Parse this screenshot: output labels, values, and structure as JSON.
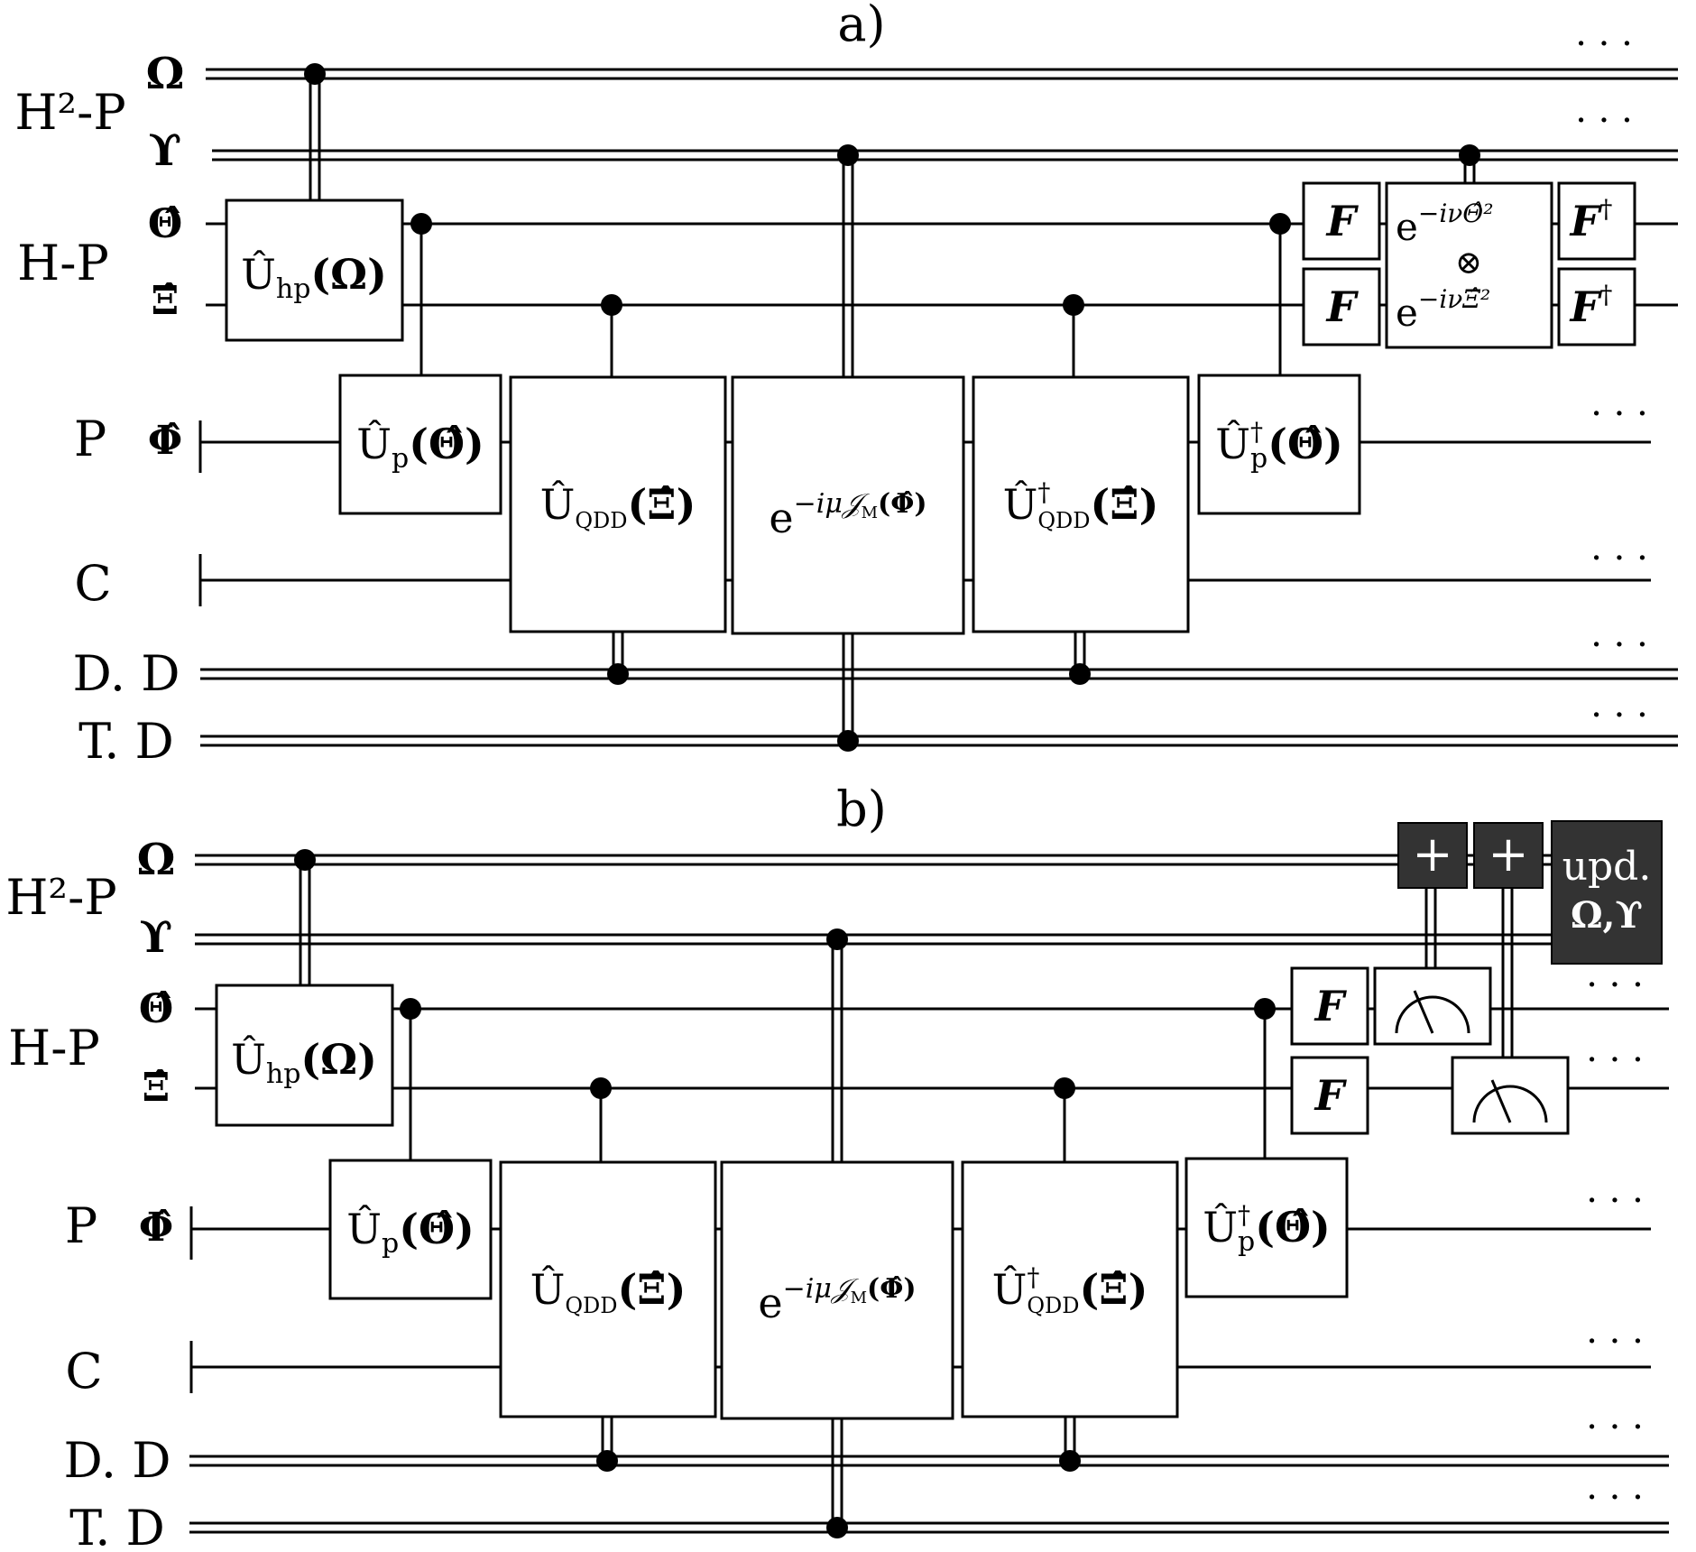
{
  "panel_a": {
    "label": "a)",
    "register_labels": {
      "h2p": "H²-P",
      "hp": "H-P",
      "p": "P",
      "c": "C",
      "dd": "D. D",
      "td": "T. D"
    },
    "wire_labels": {
      "omega": "Ω",
      "upsilon": "ϒ",
      "theta": "Θ̂",
      "xi": "Ξ̂",
      "phi": "Φ̂"
    },
    "gates": {
      "u_hp": "Û",
      "u_hp_sub": "hp",
      "u_hp_arg": "(Ω)",
      "u_p": "Û",
      "u_p_sub": "p",
      "u_p_arg": "(Θ̂)",
      "u_qdd": "Û",
      "u_qdd_sub": "QDD",
      "u_qdd_arg": "(Ξ̂)",
      "exp_m_base": "e",
      "exp_m_sup": "−iμ𝒥",
      "exp_m_supsub": "M",
      "exp_m_suparg": "(Φ̂)",
      "u_qdd_dag": "Û",
      "u_qdd_dag_sup": "†",
      "u_qdd_dag_sub": "QDD",
      "u_qdd_dag_arg": "(Ξ̂)",
      "u_p_dag": "Û",
      "u_p_dag_sup": "†",
      "u_p_dag_sub": "p",
      "u_p_dag_arg": "(Θ̂)",
      "f": "F",
      "f_dag": "F",
      "f_dag_sup": "†",
      "exp_theta_base": "e",
      "exp_theta_sup": "−iνΘ̂²",
      "otimes": "⊗",
      "exp_xi_base": "e",
      "exp_xi_sup": "−iνΞ̂²"
    },
    "ellipsis": "· · ·"
  },
  "panel_b": {
    "label": "b)",
    "register_labels": {
      "h2p": "H²-P",
      "hp": "H-P",
      "p": "P",
      "c": "C",
      "dd": "D. D",
      "td": "T. D"
    },
    "wire_labels": {
      "omega": "Ω",
      "upsilon": "ϒ",
      "theta": "Θ̂",
      "xi": "Ξ̂",
      "phi": "Φ̂"
    },
    "gates": {
      "u_hp": "Û",
      "u_hp_sub": "hp",
      "u_hp_arg": "(Ω)",
      "u_p": "Û",
      "u_p_sub": "p",
      "u_p_arg": "(Θ̂)",
      "u_qdd": "Û",
      "u_qdd_sub": "QDD",
      "u_qdd_arg": "(Ξ̂)",
      "exp_m_base": "e",
      "exp_m_sup": "−iμ𝒥",
      "exp_m_supsub": "M",
      "exp_m_suparg": "(Φ̂)",
      "u_qdd_dag": "Û",
      "u_qdd_dag_sup": "†",
      "u_qdd_dag_sub": "QDD",
      "u_qdd_dag_arg": "(Ξ̂)",
      "u_p_dag": "Û",
      "u_p_dag_sup": "†",
      "u_p_dag_sub": "p",
      "u_p_dag_arg": "(Θ̂)",
      "f": "F",
      "plus": "+",
      "update_line1": "upd.",
      "update_line2": "Ω,ϒ"
    },
    "ellipsis": "· · ·"
  }
}
